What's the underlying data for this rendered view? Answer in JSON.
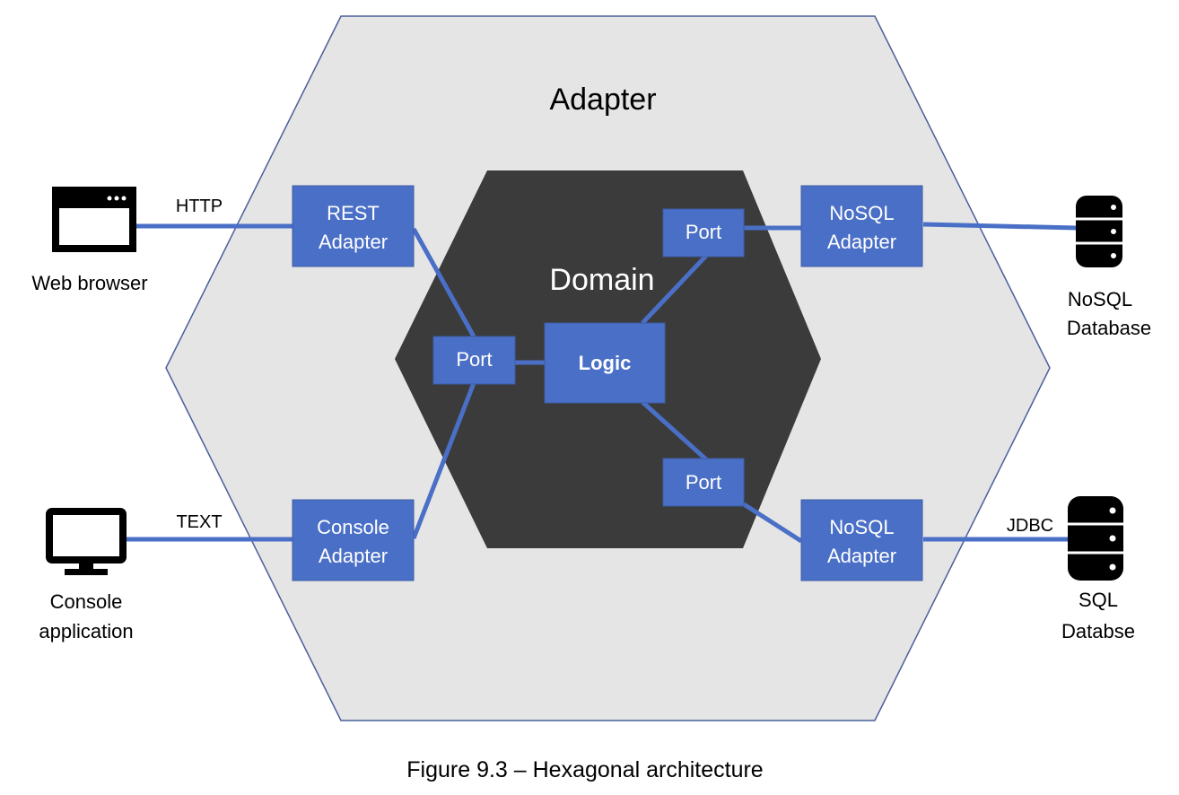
{
  "colors": {
    "outer_hexagon": "#e5e5e5",
    "outer_hexagon_border": "#4a5f9a",
    "inner_hexagon": "#3b3b3b",
    "box_fill": "#4a6fc6",
    "connector": "#4a6fc6",
    "icon": "#000000"
  },
  "outer": {
    "title": "Adapter"
  },
  "inner": {
    "title": "Domain"
  },
  "adapters": {
    "rest": {
      "line1": "REST",
      "line2": "Adapter"
    },
    "console": {
      "line1": "Console",
      "line2": "Adapter"
    },
    "nosql_top": {
      "line1": "NoSQL",
      "line2": "Adapter"
    },
    "nosql_bottom": {
      "line1": "NoSQL",
      "line2": "Adapter"
    }
  },
  "domain_parts": {
    "port_left": "Port",
    "port_top": "Port",
    "port_bottom": "Port",
    "logic": "Logic"
  },
  "externals": {
    "web_browser": {
      "label": "Web browser",
      "icon": "browser-window-icon",
      "protocol": "HTTP"
    },
    "console_app": {
      "line1": "Console",
      "line2": "application",
      "icon": "monitor-icon",
      "protocol": "TEXT"
    },
    "nosql_db": {
      "line1": "NoSQL",
      "line2": "Database",
      "icon": "database-icon"
    },
    "sql_db": {
      "line1": "SQL",
      "line2": "Databse",
      "icon": "database-icon",
      "protocol": "JDBC"
    }
  },
  "caption": "Figure 9.3 – Hexagonal architecture"
}
